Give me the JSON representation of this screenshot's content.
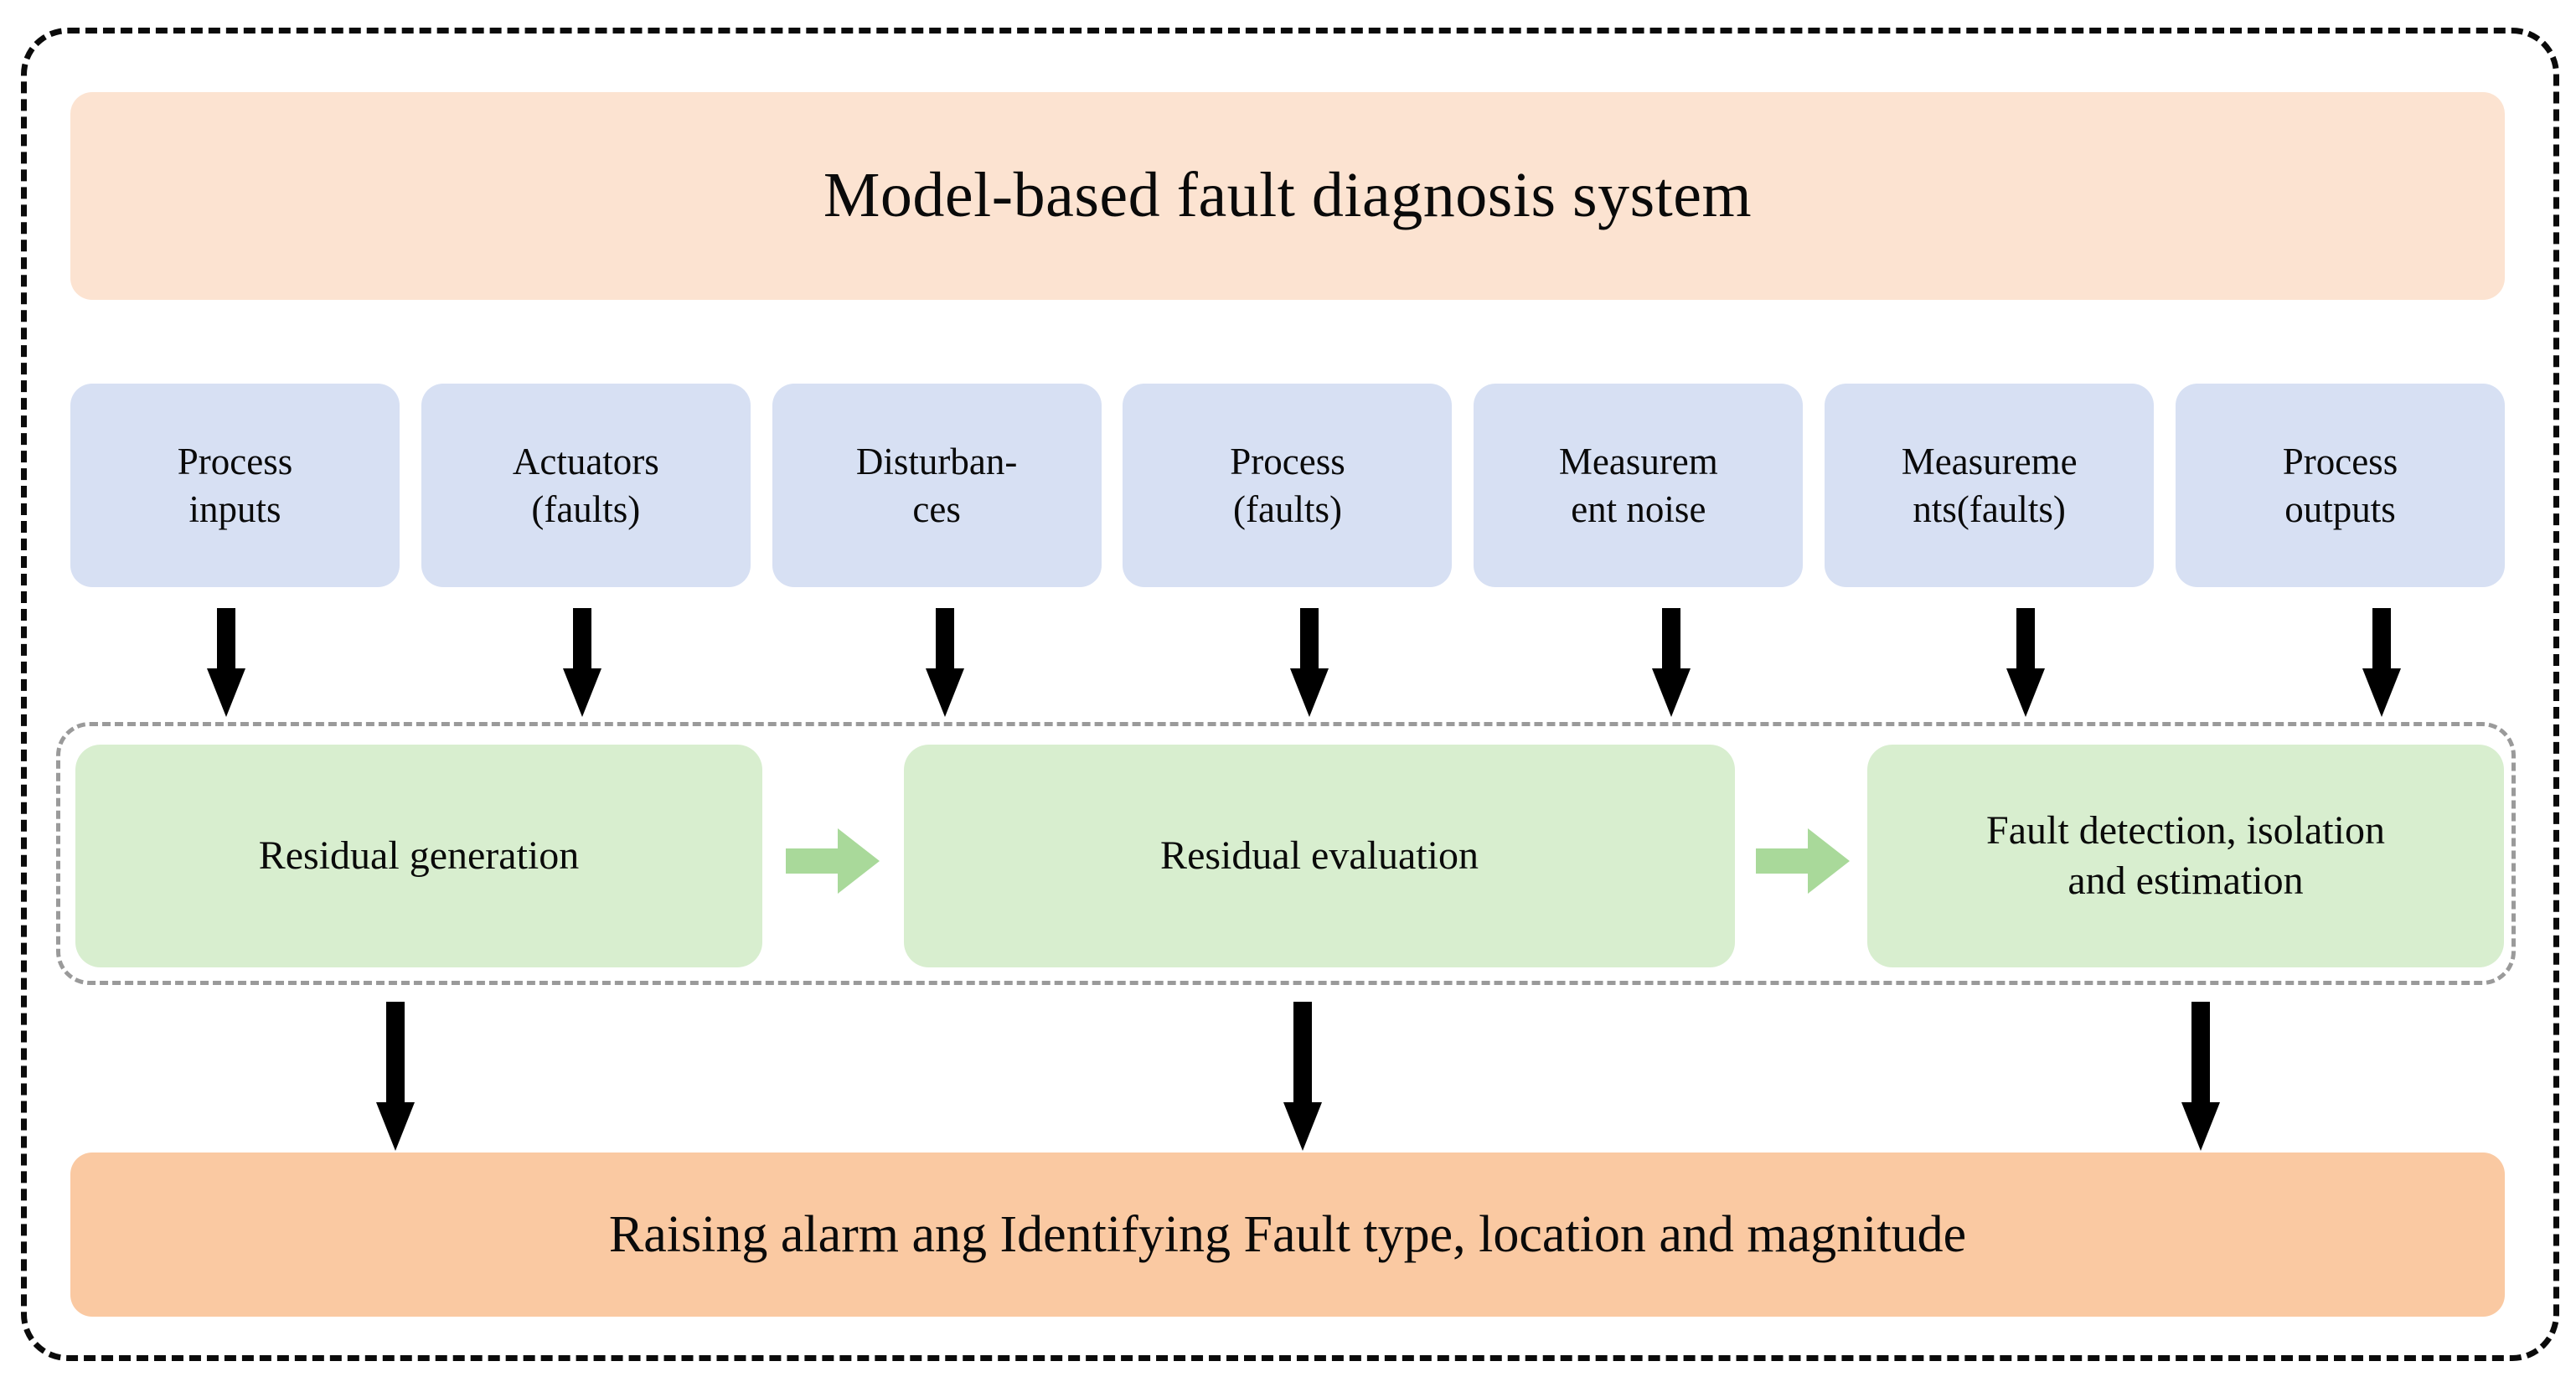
{
  "diagram": {
    "title": "Model-based fault diagnosis system",
    "outcome": "Raising alarm ang Identifying Fault type, location and magnitude",
    "colors": {
      "title_banner_bg": "#fce3d1",
      "input_box_bg": "#d7e0f3",
      "stage_box_bg": "#d8eecf",
      "chevron_arrow": "#a9d99a",
      "outcome_banner_bg": "#fac9a2",
      "outer_border": "#0b0b0b",
      "inner_border": "#9a9a9a",
      "flow_arrow": "#000000"
    },
    "inputs": [
      {
        "label": "Process\ninputs"
      },
      {
        "label": "Actuators\n(faults)"
      },
      {
        "label": "Disturban-\nces"
      },
      {
        "label": "Process\n(faults)"
      },
      {
        "label": "Measurem\nent noise"
      },
      {
        "label": "Measureme\nnts(faults)"
      },
      {
        "label": "Process\noutputs"
      }
    ],
    "stages": [
      {
        "label": "Residual generation"
      },
      {
        "label": "Residual evaluation"
      },
      {
        "label": "Fault detection, isolation\nand estimation"
      }
    ]
  }
}
